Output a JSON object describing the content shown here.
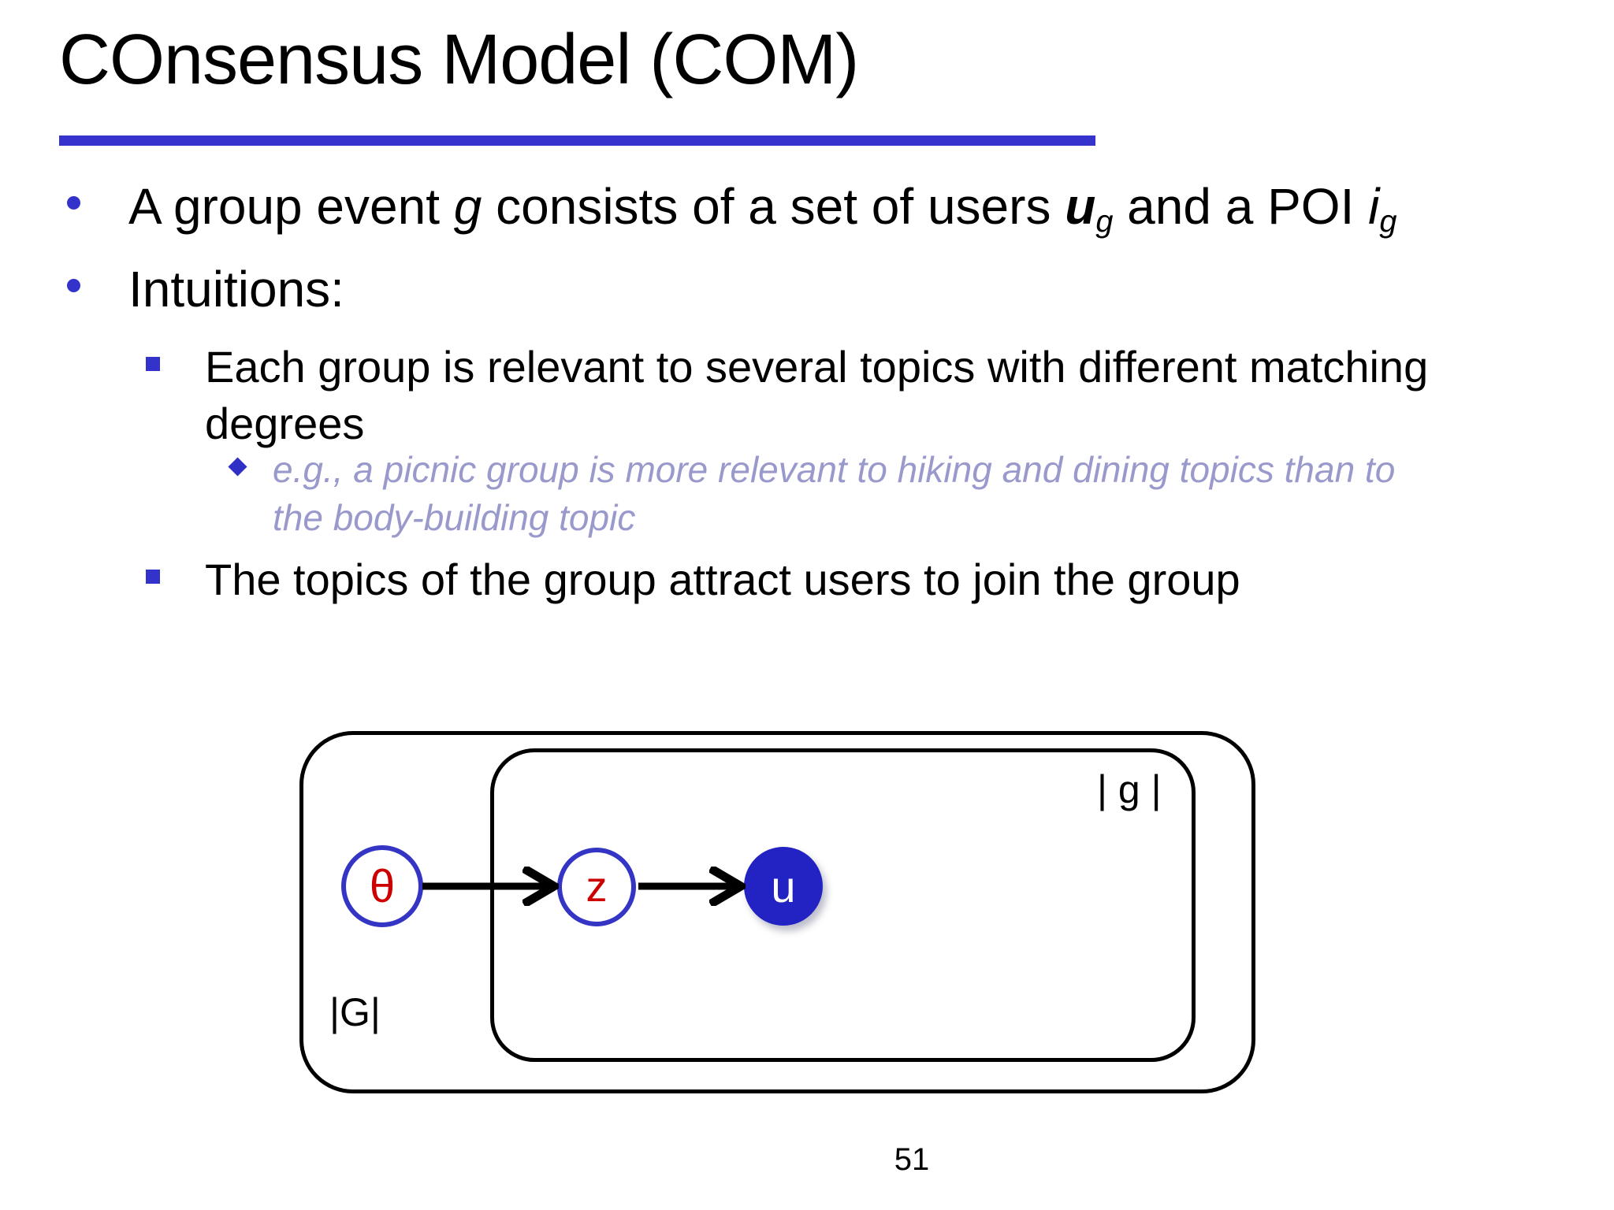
{
  "slide": {
    "title": "COnsensus Model (COM)",
    "page_number": "51",
    "bullets": {
      "b1": {
        "seg0": "A group event ",
        "seg1": "g",
        "seg2": " consists of a set of users ",
        "seg3": "u",
        "seg4": "g",
        "seg5": " and a POI ",
        "seg6": "i",
        "seg7": "g"
      },
      "b2": "Intuitions:",
      "b3": {
        "line1": "Each group is relevant to several topics with different matching",
        "line2": "degrees"
      },
      "b4": {
        "line1": "e.g., a picnic group is more relevant to hiking and dining topics than to",
        "line2": "the body-building topic"
      },
      "b5": "The topics of the group attract users to join the group"
    },
    "diagram": {
      "outer_plate_label": "|G|",
      "inner_plate_label": "| g |",
      "nodes": {
        "theta": "θ",
        "z": "z",
        "u": "u"
      },
      "edges": [
        "theta→z",
        "z→u"
      ]
    },
    "colors": {
      "accent_blue": "#3333CC",
      "underline_blue": "#3633CC",
      "subtle_italic_text": "#9999CC",
      "node_letter_red": "#CC0000",
      "node_fill_blue": "#2323C4",
      "node_border_blue": "#3435C4"
    }
  }
}
